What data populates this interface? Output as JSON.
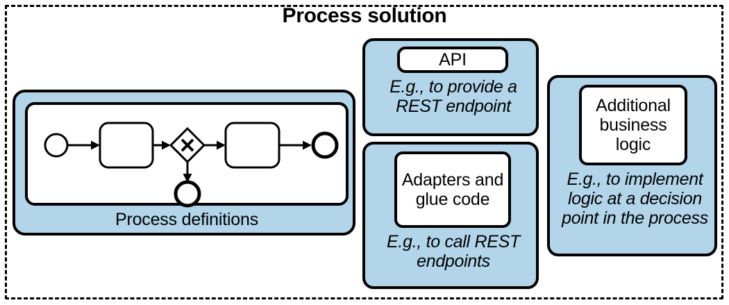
{
  "title": "Process solution",
  "colors": {
    "card_fill": "#b2d5ea",
    "chip_fill": "#ffffff",
    "stroke": "#000000",
    "page_background": "#ffffff"
  },
  "outer_container": {
    "name": "process-solution-boundary",
    "border_style": "dashed"
  },
  "cards": {
    "process": {
      "label": "Process definitions",
      "diagram": {
        "type": "bpmn-process",
        "notation": "BPMN 2.0",
        "elements": [
          {
            "id": "start-event",
            "kind": "start-event",
            "shape": "circle-thin"
          },
          {
            "id": "task-1",
            "kind": "task",
            "shape": "rounded-rectangle",
            "label": ""
          },
          {
            "id": "gateway-1",
            "kind": "exclusive-gateway",
            "shape": "diamond-with-x"
          },
          {
            "id": "task-2",
            "kind": "task",
            "shape": "rounded-rectangle",
            "label": ""
          },
          {
            "id": "end-event-1",
            "kind": "end-event",
            "shape": "circle-thick"
          },
          {
            "id": "end-event-2",
            "kind": "end-event",
            "shape": "circle-thick"
          }
        ],
        "flows": [
          {
            "from": "start-event",
            "to": "task-1"
          },
          {
            "from": "task-1",
            "to": "gateway-1"
          },
          {
            "from": "gateway-1",
            "to": "task-2"
          },
          {
            "from": "task-2",
            "to": "end-event-1"
          },
          {
            "from": "gateway-1",
            "to": "end-event-2"
          }
        ]
      }
    },
    "api": {
      "chip_label": "API",
      "caption": "E.g., to provide a\nREST endpoint"
    },
    "adapters": {
      "chip_label": "Adapters\nand glue\ncode",
      "caption": "E.g., to call REST\nendpoints"
    },
    "logic": {
      "chip_label": "Additional\nbusiness\nlogic",
      "caption": "E.g., to implement\nlogic at a decision\npoint in the process"
    }
  }
}
